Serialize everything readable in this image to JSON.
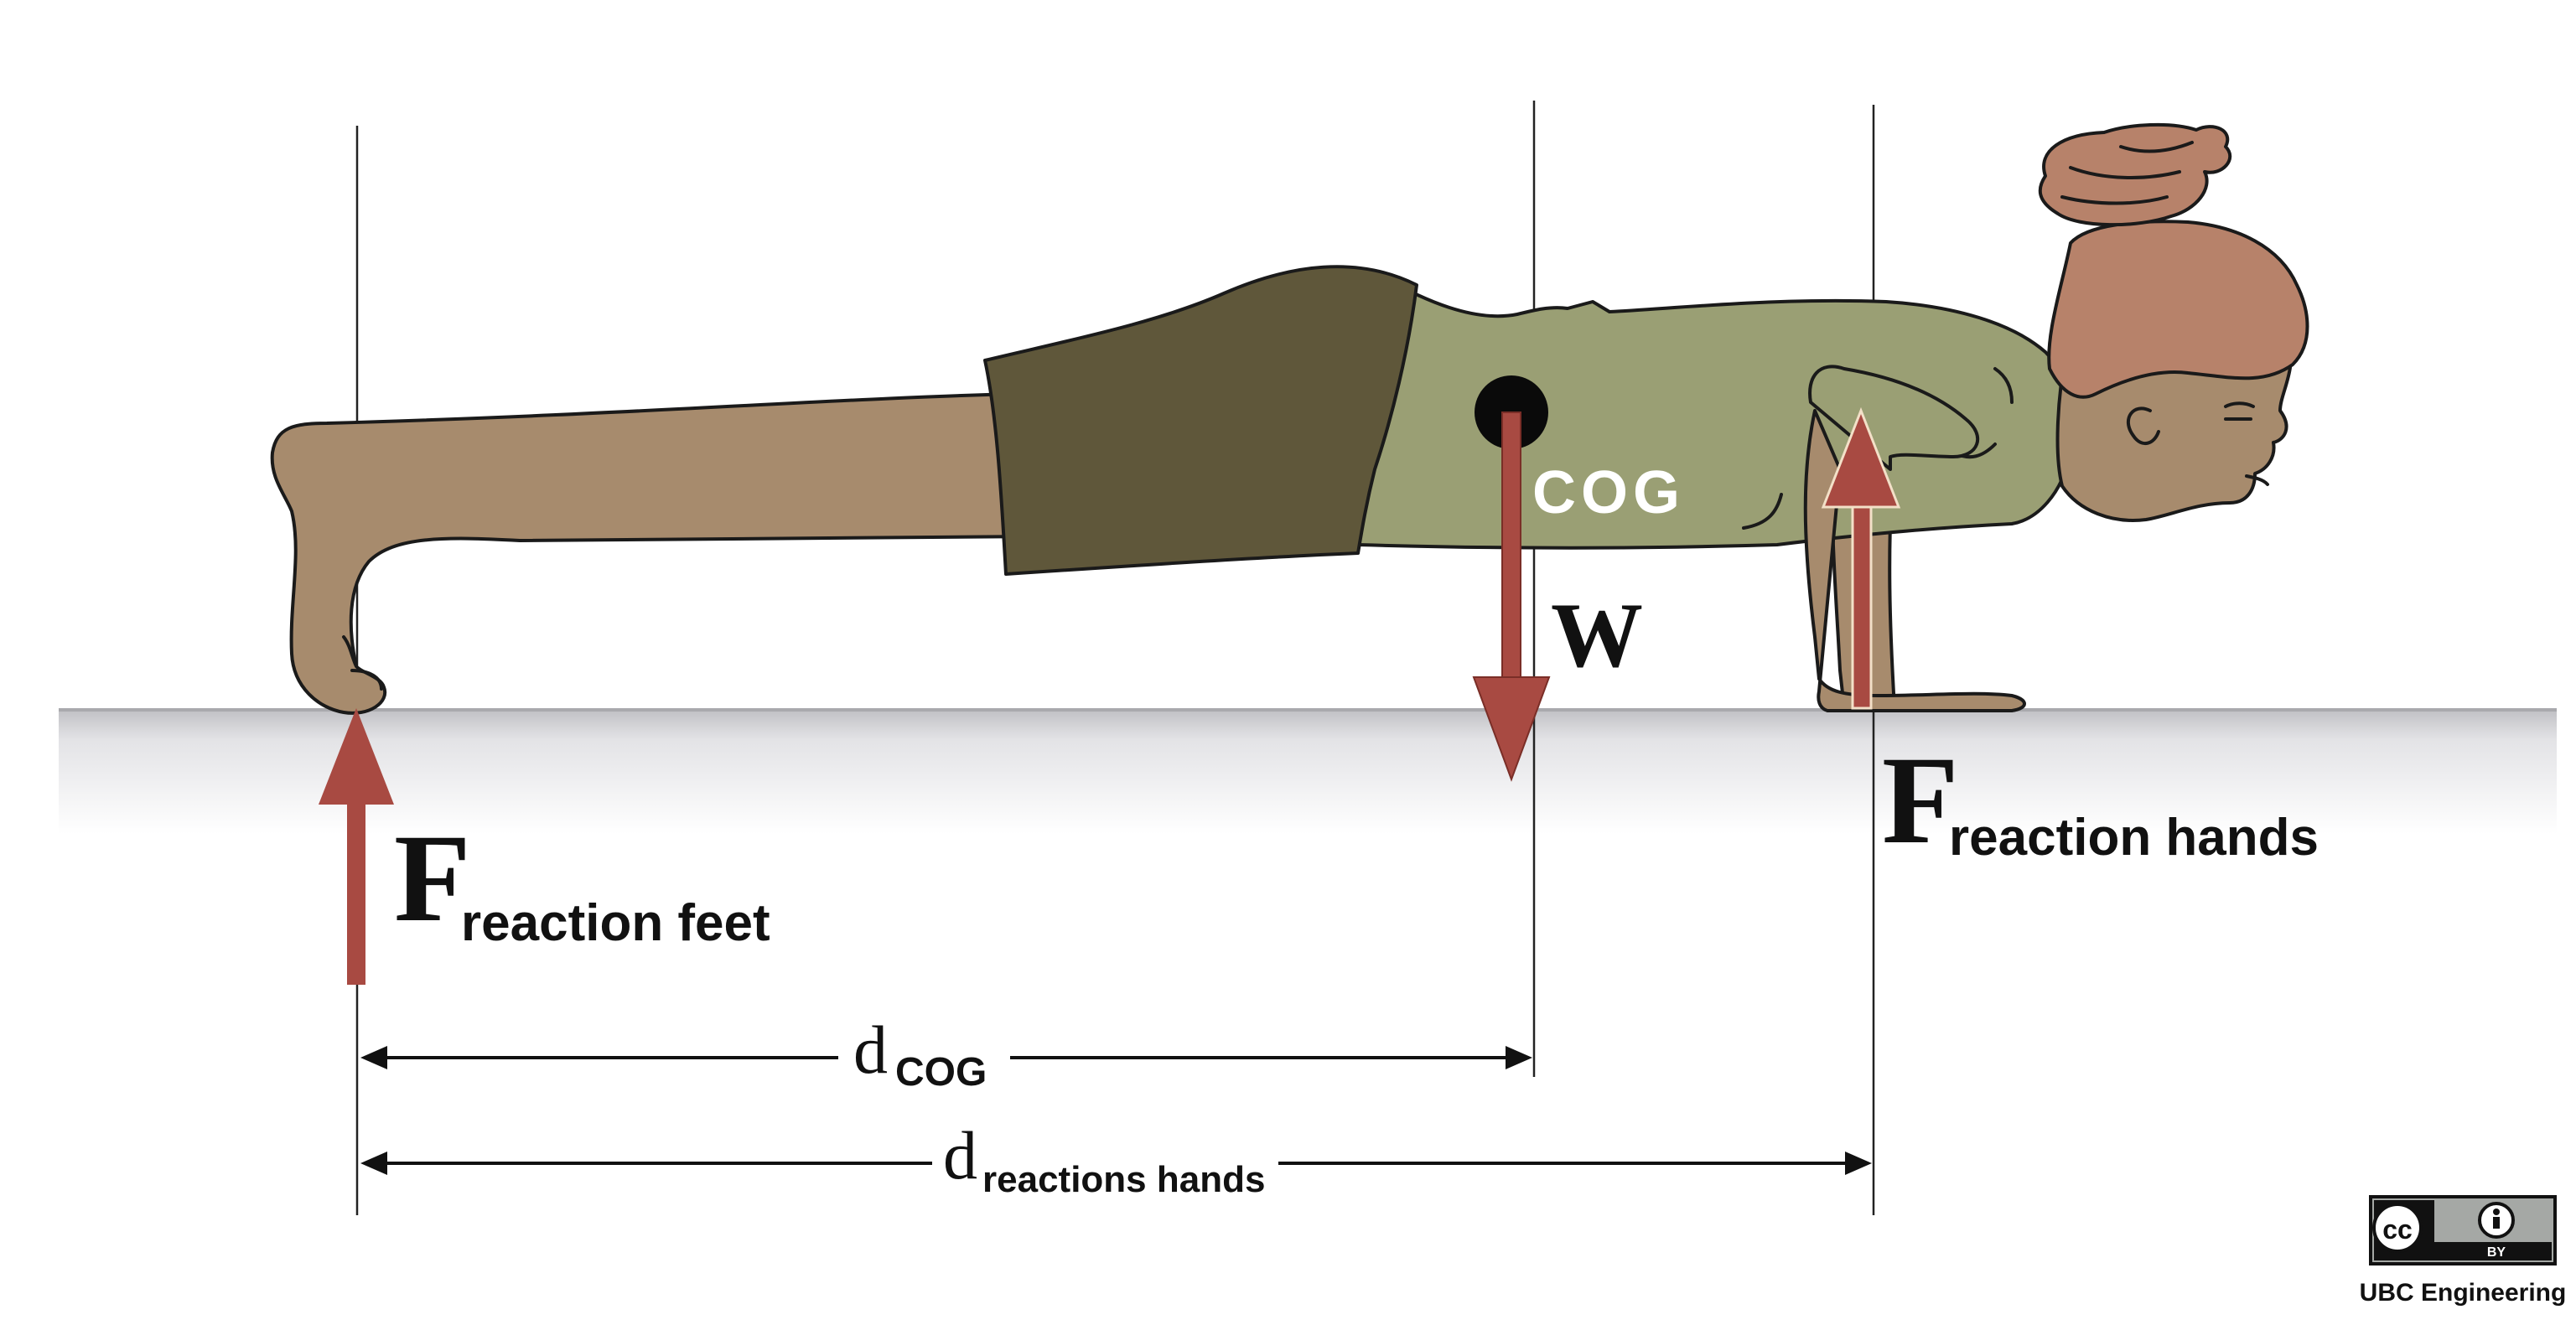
{
  "labels": {
    "cog": "COG",
    "weight": "W",
    "force_symbol": "F",
    "reaction_feet_sub": "reaction feet",
    "reaction_hands_sub": "reaction hands",
    "distance_symbol": "d",
    "d_cog_sub": "COG",
    "d_hands_sub": "reactions hands"
  },
  "license": {
    "badge_left": "cc",
    "badge_right": "BY",
    "attribution": "UBC Engineering"
  },
  "colors": {
    "arrow": "#a84a42",
    "skin": "#a78b6d",
    "shirt": "#9a9f74",
    "shorts": "#5f573a",
    "hair": "#b7826a",
    "outline": "#1a1a1a",
    "floor_top": "#c9c9cc"
  }
}
